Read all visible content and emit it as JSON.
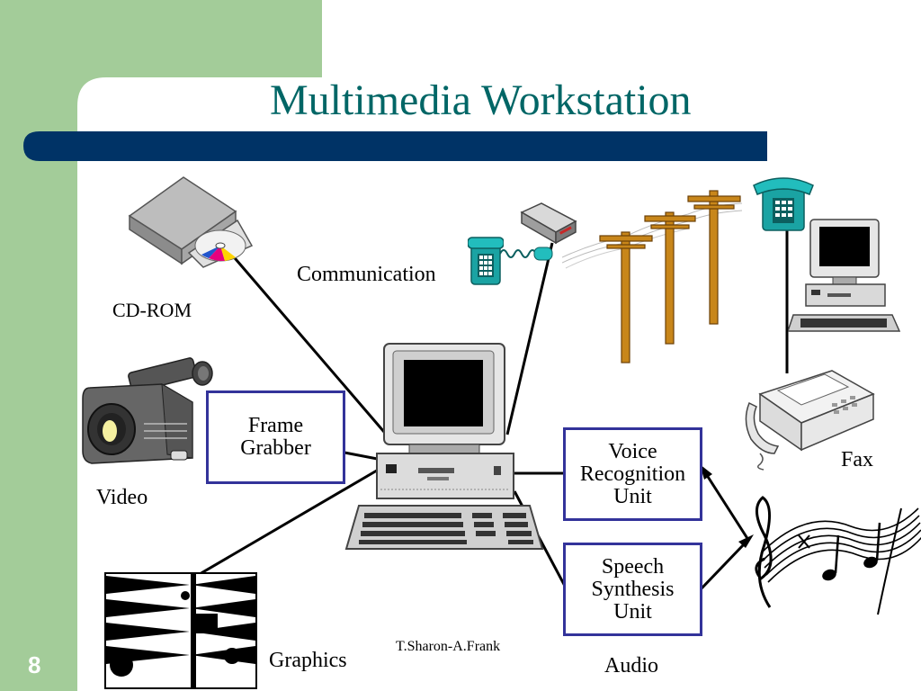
{
  "slide": {
    "title": "Multimedia Workstation",
    "page_number": "8",
    "footer": "T.Sharon-A.Frank",
    "colors": {
      "title": "#006666",
      "side_bar": "#a3cc99",
      "title_bar": "#003366",
      "box_border": "#33339a",
      "page_number": "#ffffff"
    }
  },
  "labels": {
    "cdrom": "CD-ROM",
    "communication": "Communication",
    "video": "Video",
    "fax": "Fax",
    "graphics": "Graphics",
    "audio": "Audio"
  },
  "boxes": {
    "frame_grabber": [
      "Frame",
      "Grabber"
    ],
    "voice_recognition": [
      "Voice",
      "Recognition",
      "Unit"
    ],
    "speech_synthesis": [
      "Speech",
      "Synthesis",
      "Unit"
    ]
  },
  "icons": [
    "cd-rom-drive-icon",
    "telephone-icon",
    "modem-icon",
    "utility-poles-icon",
    "desktop-computer-icon",
    "fax-machine-icon",
    "video-camera-icon",
    "graphics-pattern-icon",
    "music-notes-icon"
  ]
}
